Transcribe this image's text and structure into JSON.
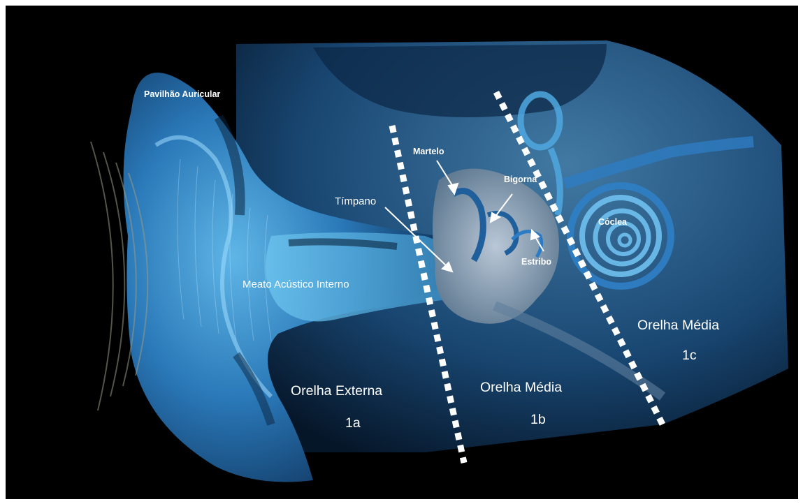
{
  "diagram": {
    "labels": {
      "pavilhao": "Pavilhão Auricular",
      "martelo": "Martelo",
      "bigorna": "Bigorna",
      "timpano": "Tímpano",
      "coclea": "Cóclea",
      "estribo": "Estribo",
      "meato": "Meato Acústico Interno"
    },
    "regions": {
      "externa": {
        "title": "Orelha Externa",
        "code": "1a"
      },
      "media": {
        "title": "Orelha Média",
        "code": "1b"
      },
      "interna": {
        "title": "Orelha Média",
        "code": "1c"
      }
    }
  },
  "colors": {
    "background": "#000000",
    "ear_blue": "#2f7fbf",
    "divider": "#ffffff",
    "ossicle": "#8aa0b8"
  }
}
